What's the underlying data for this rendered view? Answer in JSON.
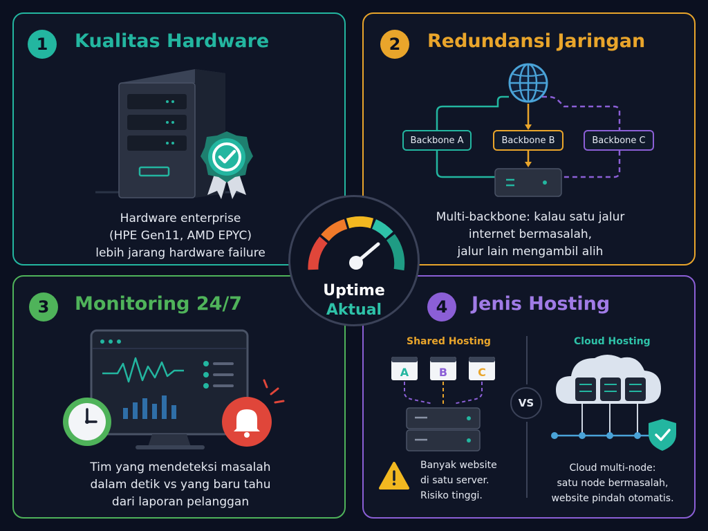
{
  "colors": {
    "teal": "#23b6a0",
    "orange": "#e9a52b",
    "green": "#4fb35a",
    "purple": "#8b5fd6",
    "red": "#e0463a",
    "yellow": "#f2b820"
  },
  "panels": [
    {
      "number": "1",
      "title": "Kualitas Hardware",
      "desc": [
        "Hardware enterprise",
        "(HPE Gen11, AMD EPYC)",
        "lebih jarang hardware failure"
      ],
      "icons": [
        "server-tower-icon",
        "certified-badge-icon"
      ]
    },
    {
      "number": "2",
      "title": "Redundansi Jaringan",
      "backbones": [
        "Backbone A",
        "Backbone B",
        "Backbone C"
      ],
      "desc": [
        "Multi-backbone: kalau satu jalur",
        "internet bermasalah,",
        "jalur lain mengambil alih"
      ],
      "icons": [
        "globe-icon",
        "server-icon"
      ]
    },
    {
      "number": "3",
      "title": "Monitoring 24/7",
      "desc": [
        "Tim yang mendeteksi masalah",
        "dalam detik vs yang baru tahu",
        "dari laporan pelanggan"
      ],
      "icons": [
        "monitor-dashboard-icon",
        "clock-icon",
        "alarm-bell-icon"
      ]
    },
    {
      "number": "4",
      "title": "Jenis Hosting",
      "shared": {
        "label": "Shared Hosting",
        "sites": [
          "A",
          "B",
          "C"
        ],
        "desc": [
          "Banyak website",
          "di satu server.",
          "Risiko tinggi."
        ]
      },
      "vs": "VS",
      "cloud": {
        "label": "Cloud Hosting",
        "desc": [
          "Cloud multi-node:",
          "satu node bermasalah,",
          "website pindah otomatis."
        ]
      },
      "icons": [
        "browser-window-icon",
        "server-rack-icon",
        "warning-icon",
        "cloud-icon",
        "shield-check-icon"
      ]
    }
  ],
  "center": {
    "line1": "Uptime",
    "line2": "Aktual",
    "icon": "speedometer-gauge-icon"
  }
}
